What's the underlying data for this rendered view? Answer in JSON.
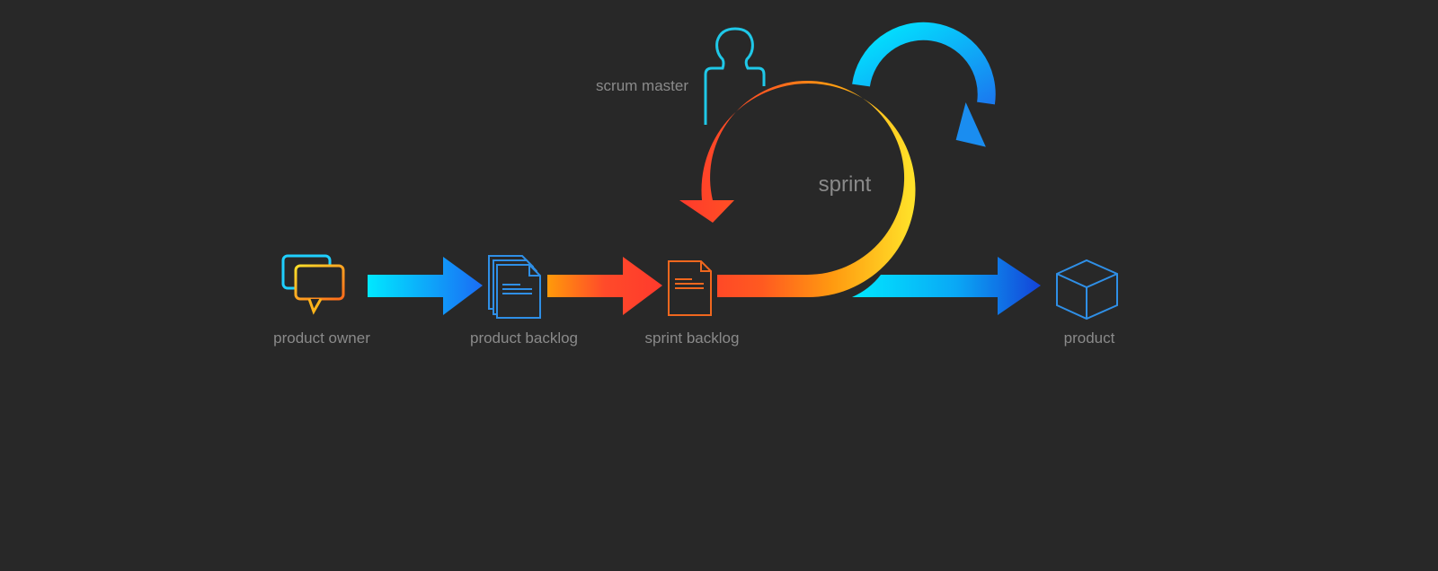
{
  "diagram": {
    "nodes": {
      "product_owner": {
        "label": "product owner",
        "icon": "speech-bubbles-icon"
      },
      "product_backlog": {
        "label": "product backlog",
        "icon": "documents-stack-icon"
      },
      "sprint_backlog": {
        "label": "sprint backlog",
        "icon": "document-icon"
      },
      "product": {
        "label": "product",
        "icon": "cube-icon"
      },
      "scrum_master": {
        "label": "scrum master",
        "icon": "person-icon"
      }
    },
    "sprint_label": "sprint",
    "edges": [
      {
        "from": "product_owner",
        "to": "product_backlog"
      },
      {
        "from": "product_backlog",
        "to": "sprint_backlog"
      },
      {
        "from": "sprint_backlog",
        "to": "sprint"
      },
      {
        "from": "sprint",
        "to": "product"
      }
    ],
    "colors": {
      "background": "#282828",
      "label": "#8a8a8a",
      "cyan": "#00e5ff",
      "blue": "#1e6fff",
      "red": "#ff3d2e",
      "orange": "#ff8a00",
      "yellow": "#ffe02a"
    }
  }
}
